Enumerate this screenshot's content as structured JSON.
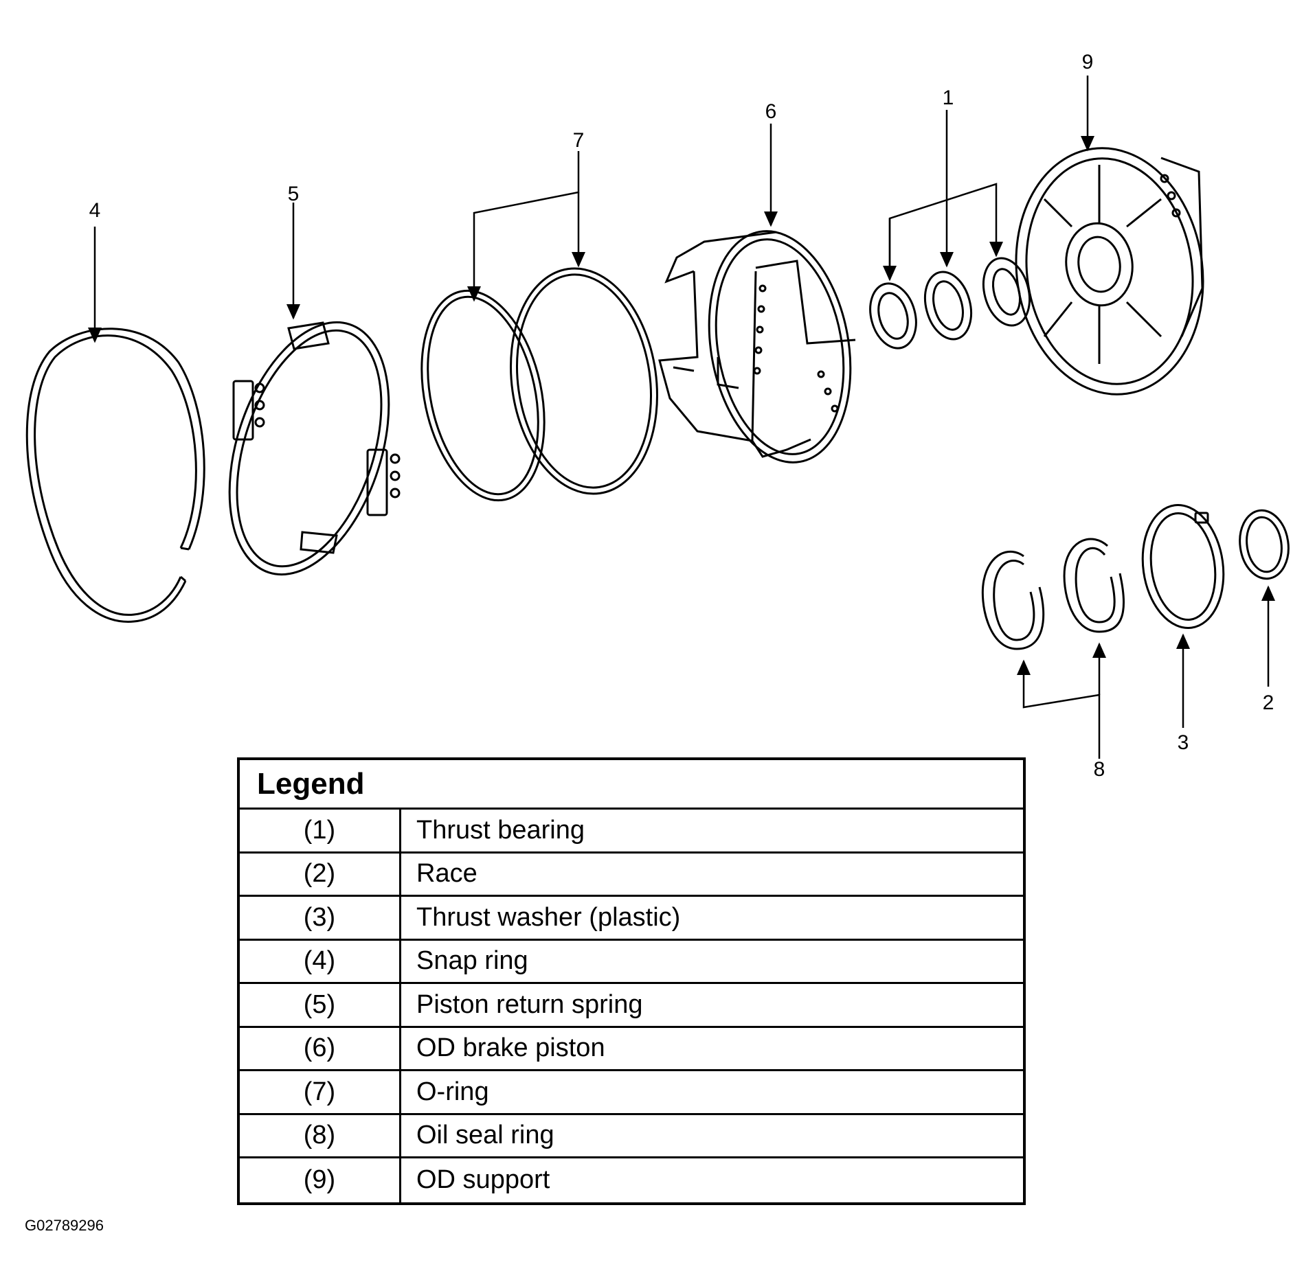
{
  "callouts": {
    "c1": "1",
    "c2": "2",
    "c3": "3",
    "c4": "4",
    "c5": "5",
    "c6": "6",
    "c7": "7",
    "c8": "8",
    "c9": "9"
  },
  "legend": {
    "title": "Legend",
    "rows": [
      {
        "num": "(1)",
        "desc": "Thrust bearing"
      },
      {
        "num": "(2)",
        "desc": "Race"
      },
      {
        "num": "(3)",
        "desc": "Thrust washer (plastic)"
      },
      {
        "num": "(4)",
        "desc": "Snap ring"
      },
      {
        "num": "(5)",
        "desc": "Piston return spring"
      },
      {
        "num": "(6)",
        "desc": "OD brake piston"
      },
      {
        "num": "(7)",
        "desc": "O-ring"
      },
      {
        "num": "(8)",
        "desc": "Oil seal ring"
      },
      {
        "num": "(9)",
        "desc": "OD support"
      }
    ]
  },
  "figure_id": "G02789296"
}
